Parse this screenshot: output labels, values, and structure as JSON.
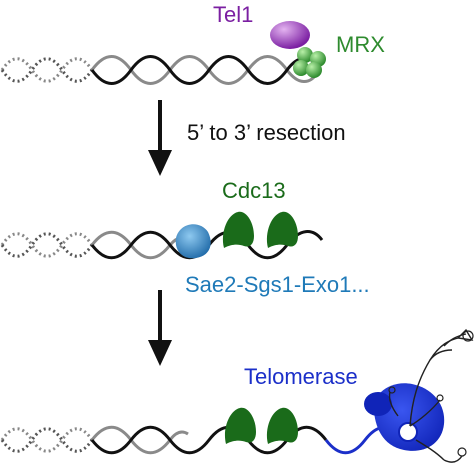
{
  "labels": {
    "tel1": "Tel1",
    "mrx": "MRX",
    "step1": "5’ to 3’ resection",
    "cdc13": "Cdc13",
    "sae2": "Sae2-Sgs1-Exo1...",
    "telomerase": "Telomerase"
  },
  "colors": {
    "tel1": "#7b1fa2",
    "mrx": "#2e8b2e",
    "cdc13": "#1a6b1a",
    "sae2": "#1f7ab8",
    "telomerase": "#1b2fc9",
    "dna_dark": "#111111",
    "dna_gray": "#8a8a8a",
    "dna_dotted": "#777777"
  }
}
